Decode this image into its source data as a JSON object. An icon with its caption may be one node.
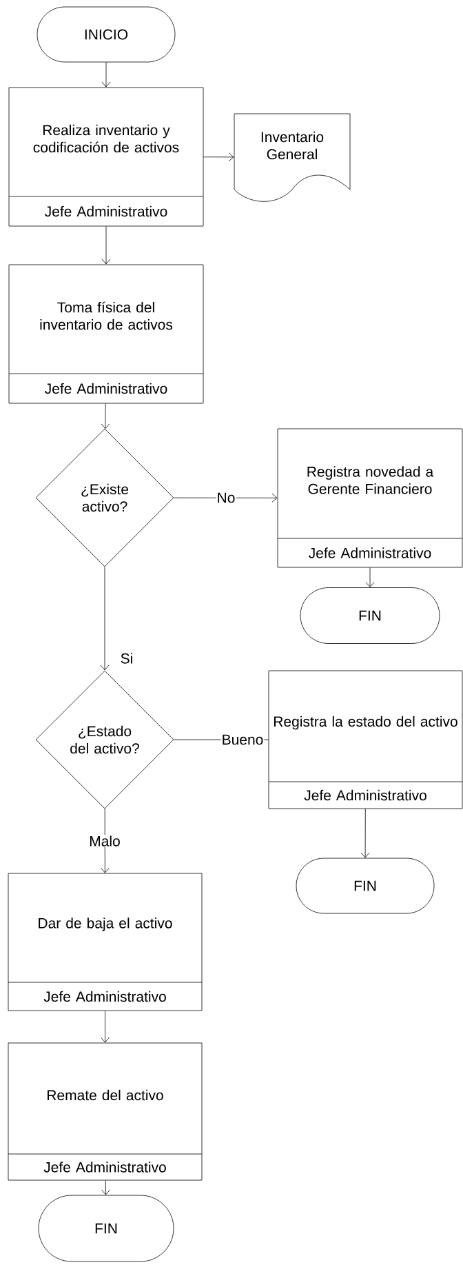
{
  "diagram": {
    "nodes": [
      {
        "text": [
          "INICIO"
        ]
      },
      {
        "text": [
          "Realiza inventario y codificación de activos",
          "Jefe Administrativo"
        ]
      },
      {
        "text": [
          "Inventario General"
        ]
      },
      {
        "text": [
          "Toma física del inventario de activos",
          "Jefe Administrativo"
        ]
      },
      {
        "text": [
          "¿Existe activo?"
        ]
      },
      {
        "text": [
          "Registra novedad a Gerente Financiero",
          "Jefe Administrativo"
        ]
      },
      {
        "text": [
          "FIN"
        ]
      },
      {
        "text": [
          "¿Estado del activo?"
        ]
      },
      {
        "text": [
          "Registra la estado del activo",
          "Jefe Administrativo"
        ]
      },
      {
        "text": [
          "FIN"
        ]
      },
      {
        "text": [
          "Dar de baja el activo",
          "Jefe Administrativo"
        ]
      },
      {
        "text": [
          "Remate del activo",
          "Jefe Administrativo"
        ]
      },
      {
        "text": [
          "FIN"
        ]
      }
    ],
    "edges": [
      {
        "from": 0,
        "to": 1,
        "arrow": "to"
      },
      {
        "from": 1,
        "to": 2,
        "arrow": "to"
      },
      {
        "from": 1,
        "to": 3,
        "arrow": "to"
      },
      {
        "from": 3,
        "to": 4,
        "arrow": "to"
      },
      {
        "from": 4,
        "to": 5,
        "arrow": "to",
        "label": "No"
      },
      {
        "from": 5,
        "to": 6,
        "arrow": "to"
      },
      {
        "from": 4,
        "to": 7,
        "arrow": "to",
        "label": "Si"
      },
      {
        "from": 7,
        "to": 8,
        "arrow": "none",
        "label": "Bueno"
      },
      {
        "from": 8,
        "to": 9,
        "arrow": "to"
      },
      {
        "from": 7,
        "to": 10,
        "arrow": "to",
        "label": "Malo"
      },
      {
        "from": 10,
        "to": 11,
        "arrow": "to"
      },
      {
        "from": 11,
        "to": 12,
        "arrow": "to"
      }
    ]
  }
}
